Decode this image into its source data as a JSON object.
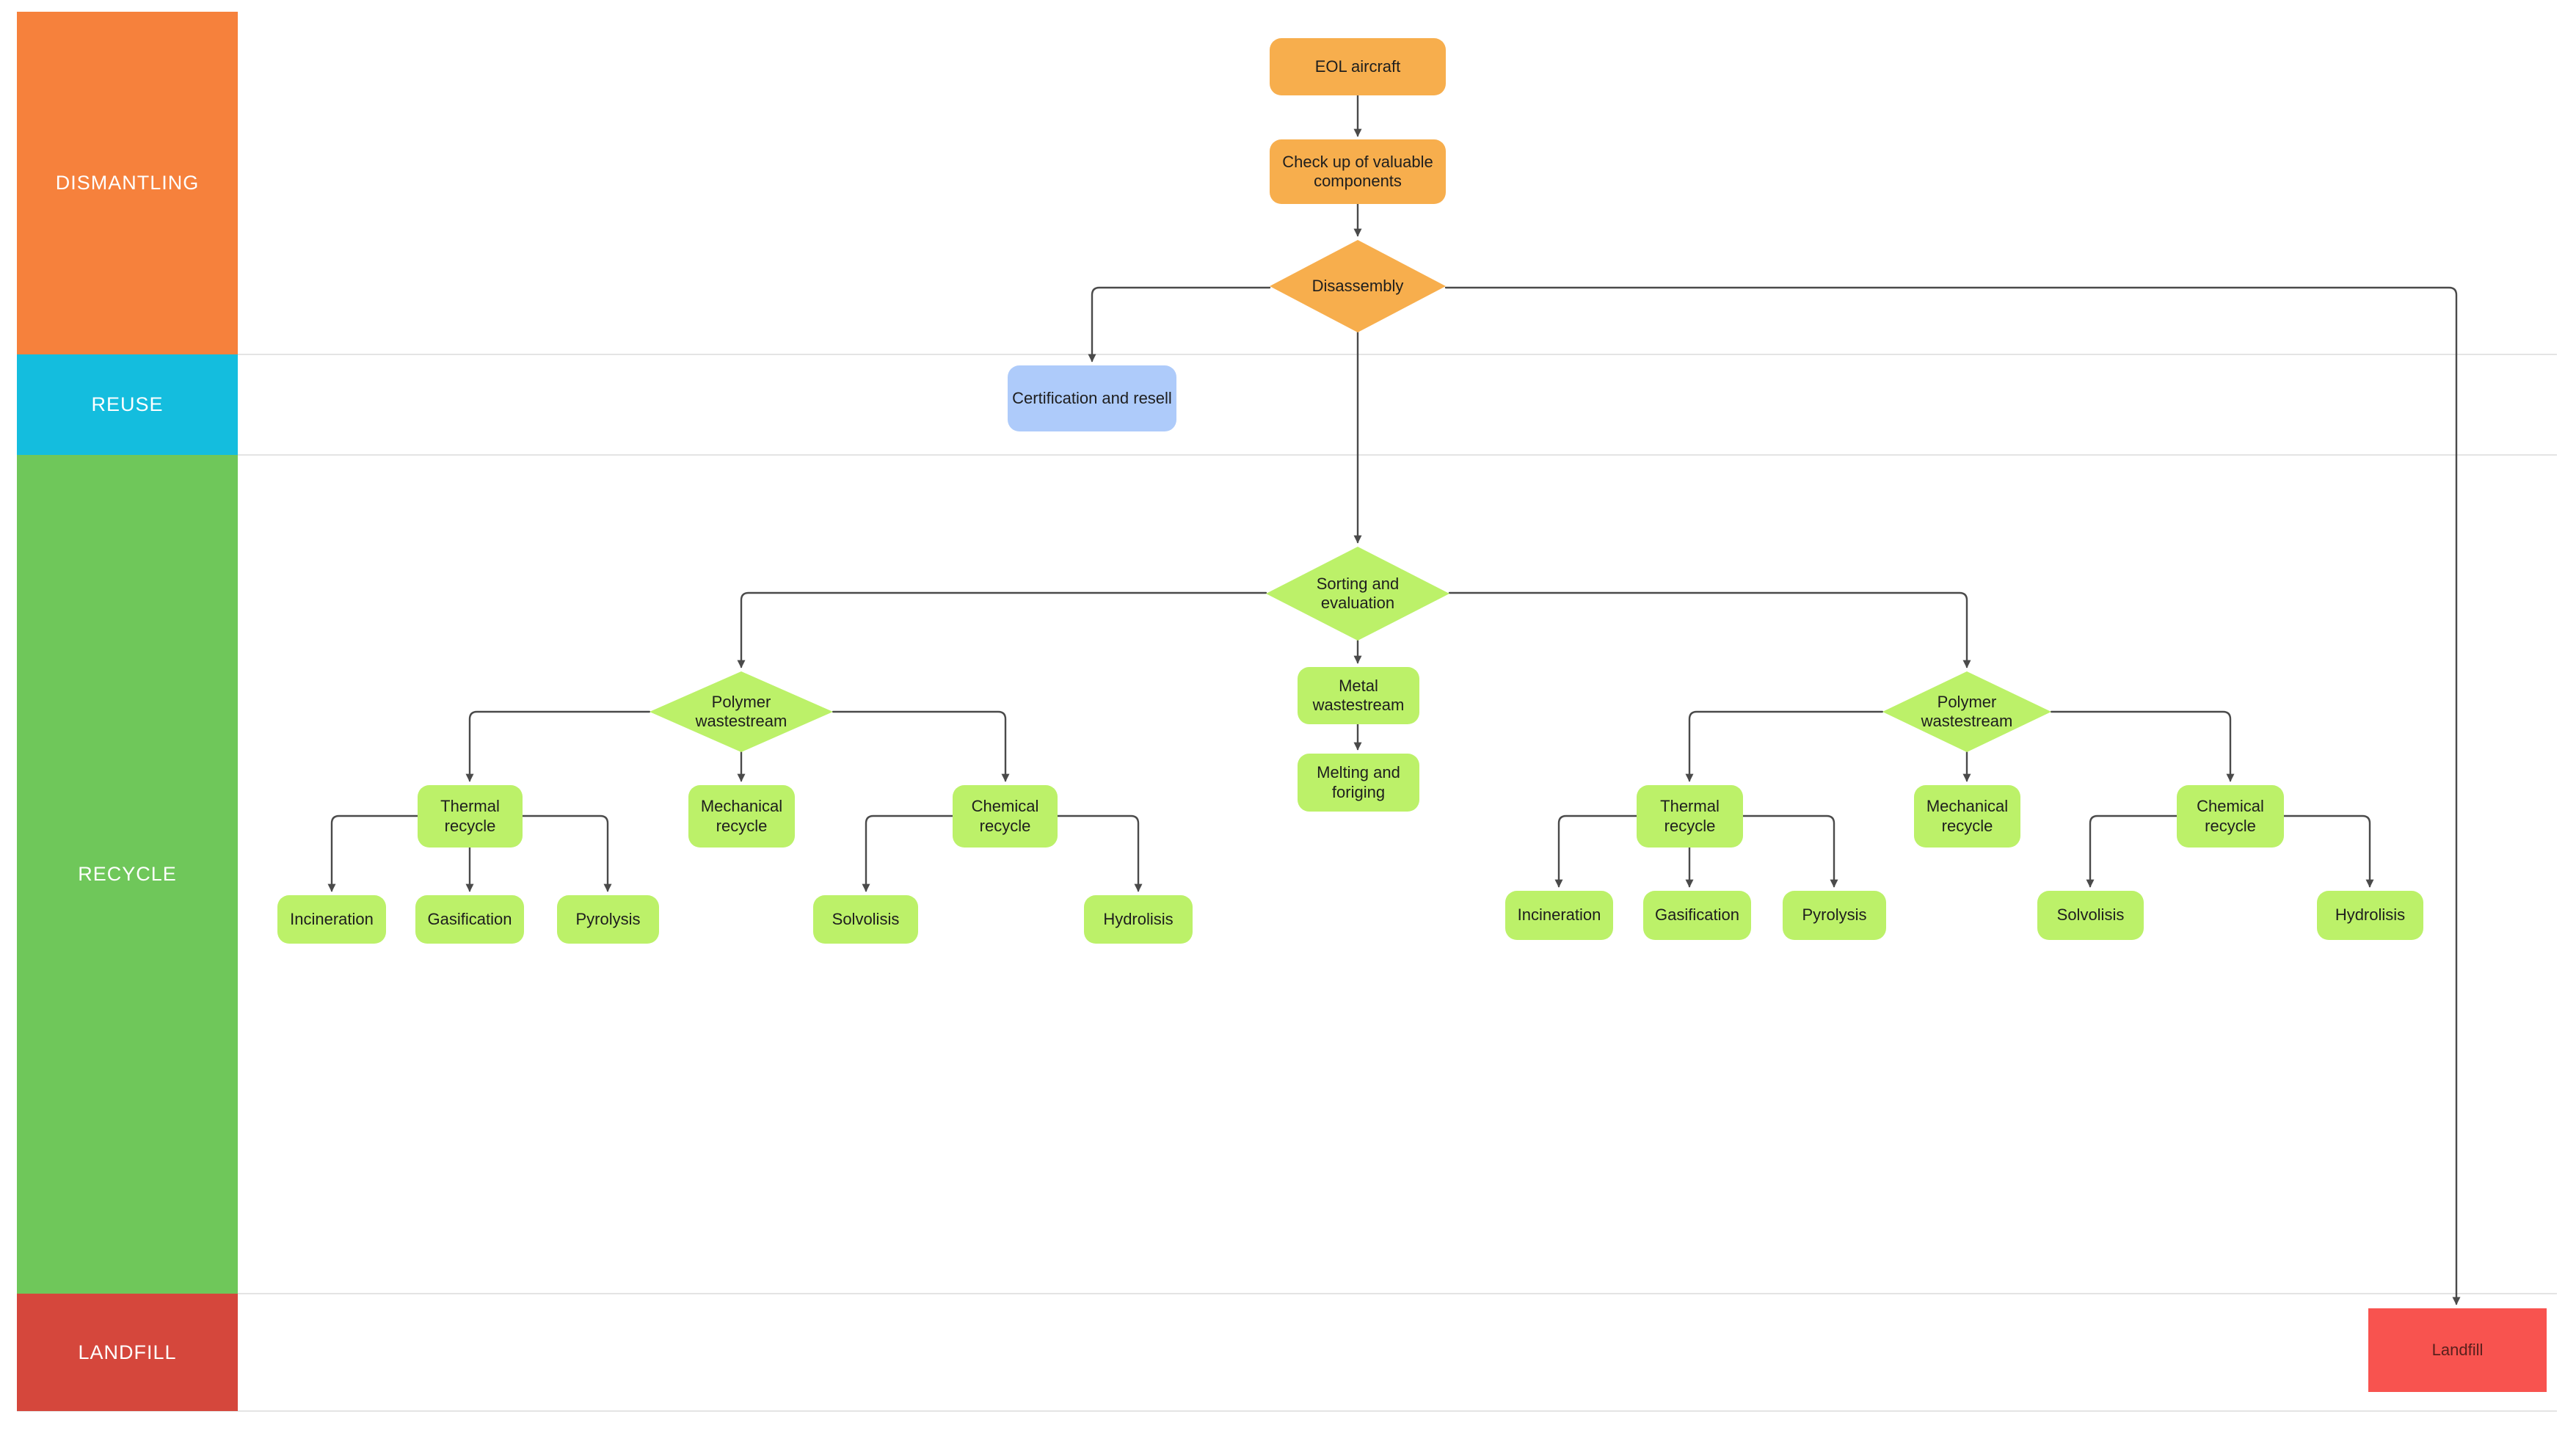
{
  "lanes": [
    {
      "id": "dismantling",
      "label": "DISMANTLING",
      "color": "#F6813C"
    },
    {
      "id": "reuse",
      "label": "REUSE",
      "color": "#14BDDE"
    },
    {
      "id": "recycle",
      "label": "RECYCLE",
      "color": "#6FC75A"
    },
    {
      "id": "landfill",
      "label": "LANDFILL",
      "color": "#D5473C"
    }
  ],
  "nodes": {
    "eol_aircraft": {
      "label": "EOL aircraft",
      "shape": "rounded-rect",
      "fill": "#F7AE4D"
    },
    "checkup": {
      "label": "Check up of valuable components",
      "shape": "rounded-rect",
      "fill": "#F7AE4D"
    },
    "disassembly": {
      "label": "Disassembly",
      "shape": "diamond",
      "fill": "#F7AE4D"
    },
    "certification": {
      "label": "Certification and resell",
      "shape": "rounded-rect",
      "fill": "#AECBFA"
    },
    "sorting": {
      "label": "Sorting and evaluation",
      "shape": "diamond",
      "fill": "#BCF169"
    },
    "metal": {
      "label": "Metal wastestream",
      "shape": "rounded-rect",
      "fill": "#BCF169"
    },
    "melting": {
      "label": "Melting and foriging",
      "shape": "rounded-rect",
      "fill": "#BCF169"
    },
    "polymer_left": {
      "label": "Polymer wastestream",
      "shape": "diamond",
      "fill": "#BCF169"
    },
    "thermal_left": {
      "label": "Thermal recycle",
      "shape": "rounded-rect",
      "fill": "#BCF169"
    },
    "mechanical_left": {
      "label": "Mechanical recycle",
      "shape": "rounded-rect",
      "fill": "#BCF169"
    },
    "chemical_left": {
      "label": "Chemical recycle",
      "shape": "rounded-rect",
      "fill": "#BCF169"
    },
    "incineration_left": {
      "label": "Incineration",
      "shape": "rounded-rect",
      "fill": "#BCF169"
    },
    "gasification_left": {
      "label": "Gasification",
      "shape": "rounded-rect",
      "fill": "#BCF169"
    },
    "pyrolysis_left": {
      "label": "Pyrolysis",
      "shape": "rounded-rect",
      "fill": "#BCF169"
    },
    "solvolisis_left": {
      "label": "Solvolisis",
      "shape": "rounded-rect",
      "fill": "#BCF169"
    },
    "hydrolisis_left": {
      "label": "Hydrolisis",
      "shape": "rounded-rect",
      "fill": "#BCF169"
    },
    "polymer_right": {
      "label": "Polymer wastestream",
      "shape": "diamond",
      "fill": "#BCF169"
    },
    "thermal_right": {
      "label": "Thermal recycle",
      "shape": "rounded-rect",
      "fill": "#BCF169"
    },
    "mechanical_right": {
      "label": "Mechanical recycle",
      "shape": "rounded-rect",
      "fill": "#BCF169"
    },
    "chemical_right": {
      "label": "Chemical recycle",
      "shape": "rounded-rect",
      "fill": "#BCF169"
    },
    "incineration_right": {
      "label": "Incineration",
      "shape": "rounded-rect",
      "fill": "#BCF169"
    },
    "gasification_right": {
      "label": "Gasification",
      "shape": "rounded-rect",
      "fill": "#BCF169"
    },
    "pyrolysis_right": {
      "label": "Pyrolysis",
      "shape": "rounded-rect",
      "fill": "#BCF169"
    },
    "solvolisis_right": {
      "label": "Solvolisis",
      "shape": "rounded-rect",
      "fill": "#BCF169"
    },
    "hydrolisis_right": {
      "label": "Hydrolisis",
      "shape": "rounded-rect",
      "fill": "#BCF169"
    },
    "landfill_box": {
      "label": "Landfill",
      "shape": "rect",
      "fill": "#F8534F"
    }
  },
  "colors": {
    "connector": "#4a4a4a",
    "lane_separator": "#e4e4e4",
    "node_text": "#1e1e1e",
    "lane_text": "#ffffff",
    "background": "#ffffff"
  }
}
